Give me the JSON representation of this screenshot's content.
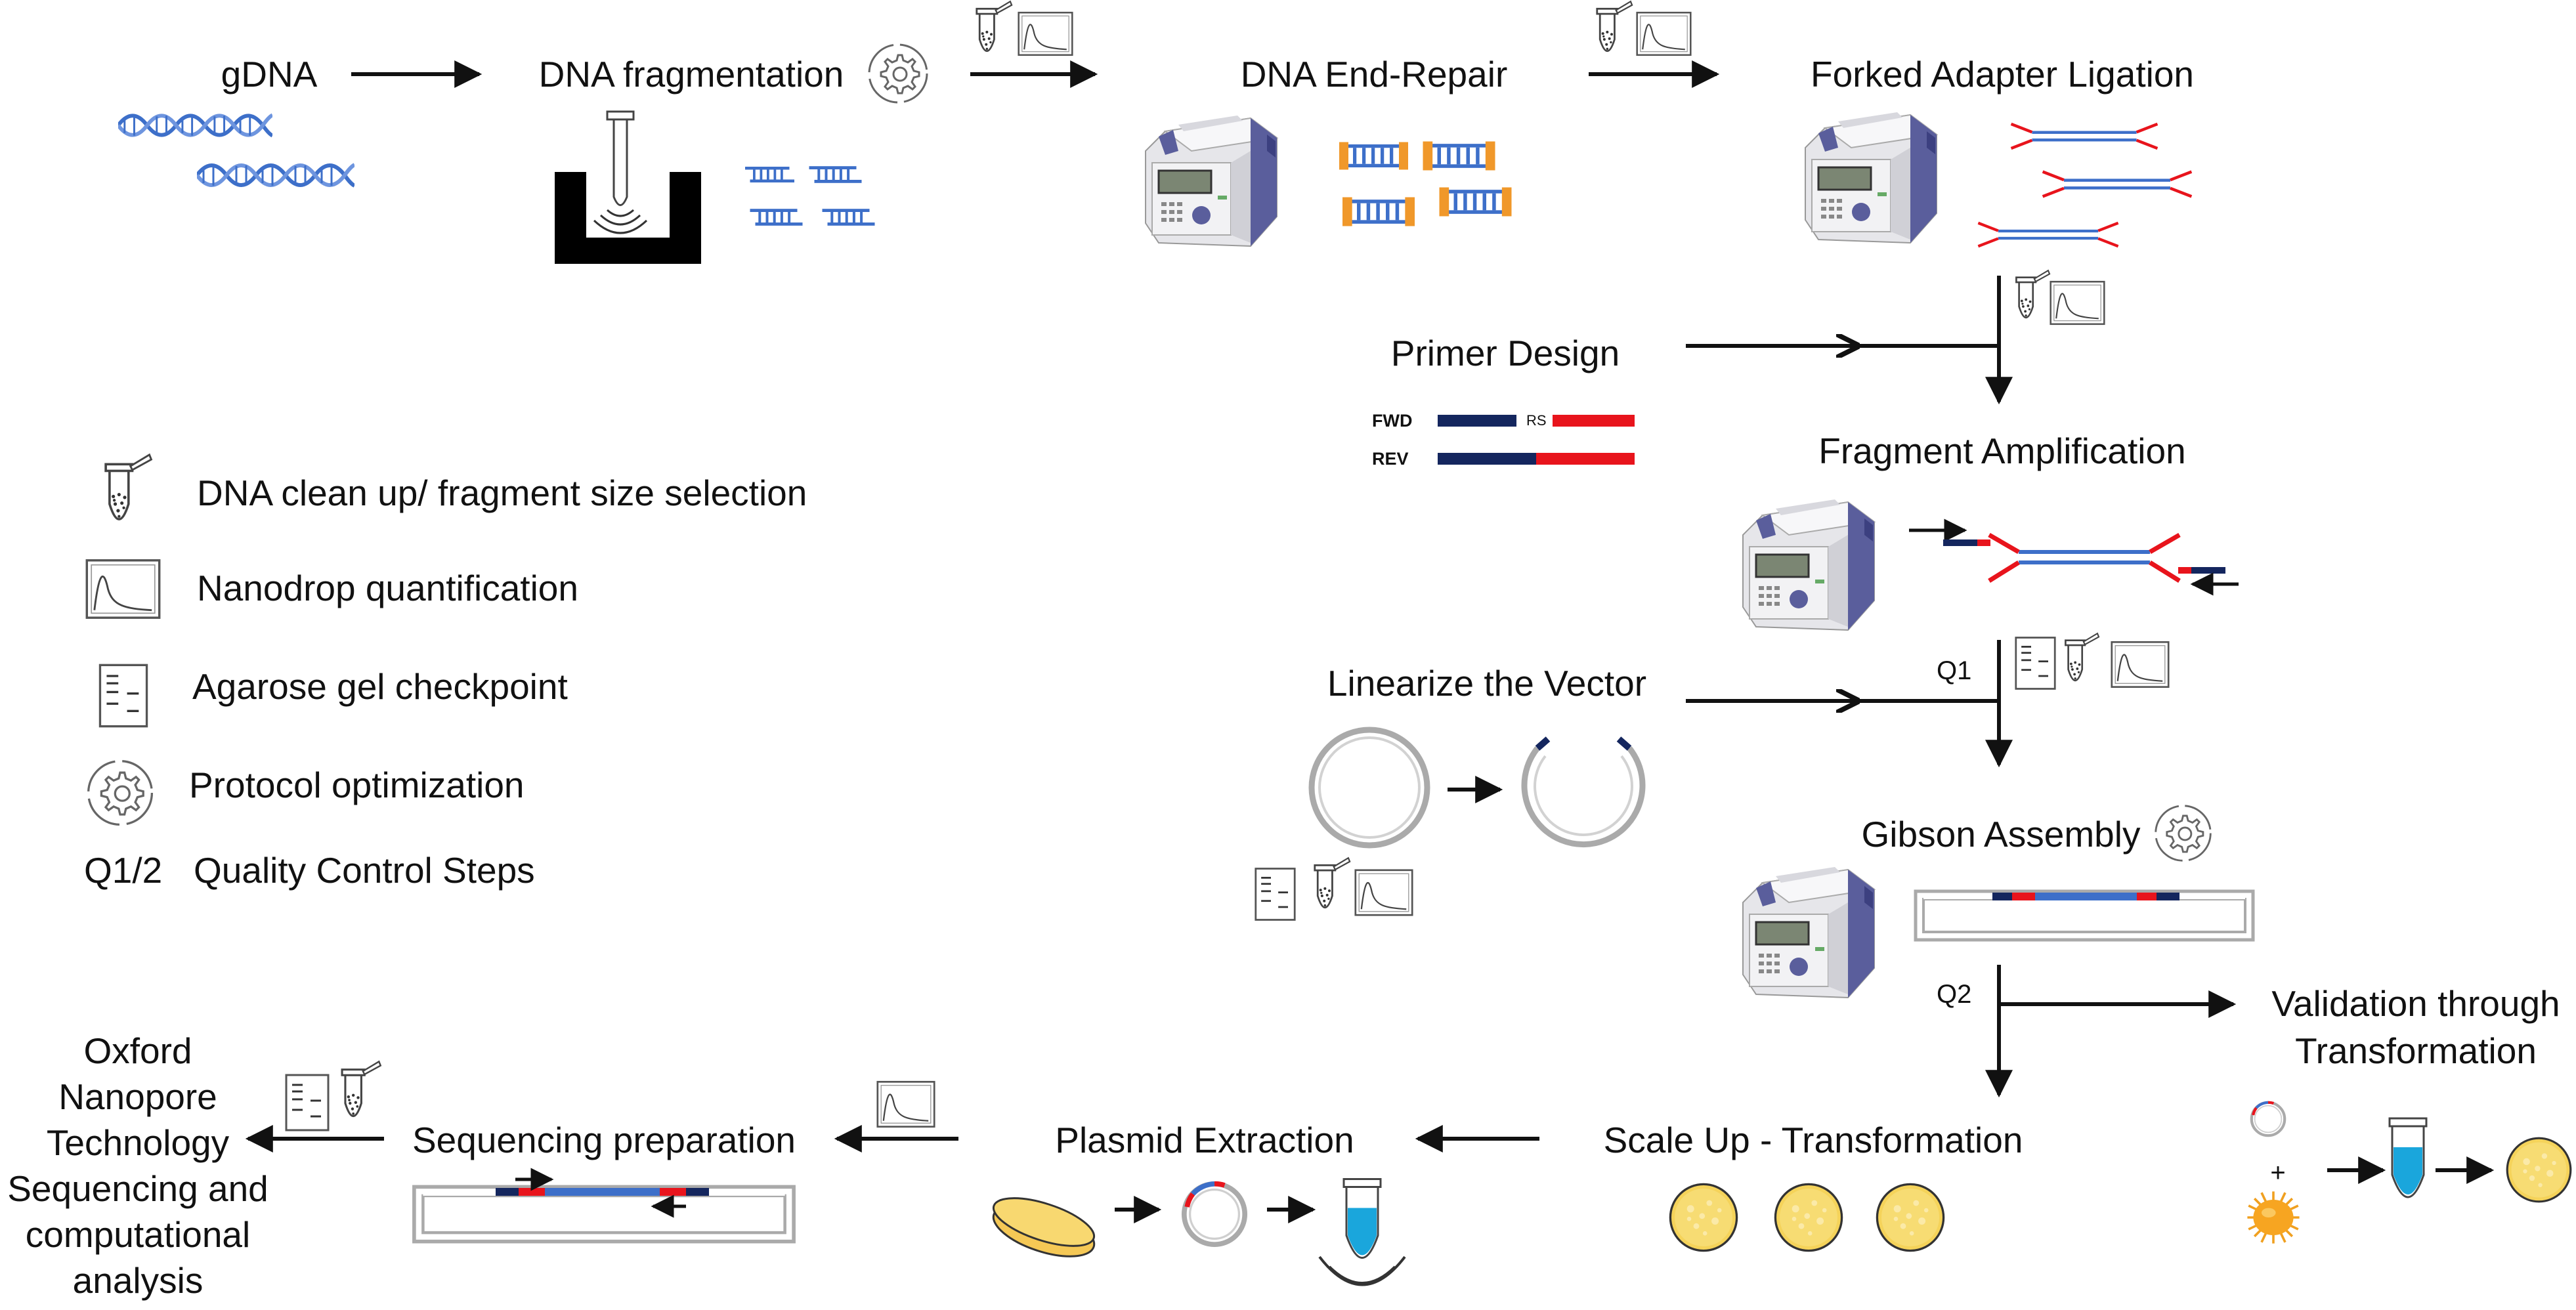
{
  "steps": {
    "gdna": "gDNA",
    "fragmentation": "DNA fragmentation",
    "end_repair": "DNA End-Repair",
    "adapter_ligation": "Forked Adapter Ligation",
    "primer_design": "Primer Design",
    "fragment_amplification": "Fragment Amplification",
    "linearize_vector": "Linearize the Vector",
    "gibson_assembly": "Gibson Assembly",
    "validation_line1": "Validation through",
    "validation_line2": "Transformation",
    "scale_up": "Scale Up - Transformation",
    "plasmid_extraction": "Plasmid Extraction",
    "sequencing_preparation": "Sequencing preparation",
    "ont_lines": [
      "Oxford",
      "Nanopore",
      "Technology",
      "Sequencing and",
      "computational",
      "analysis"
    ]
  },
  "primer": {
    "fwd": "FWD",
    "rev": "REV",
    "rs": "RS"
  },
  "qc": {
    "q1": "Q1",
    "q2": "Q2"
  },
  "legend": {
    "cleanup": "DNA clean up/ fragment size selection",
    "nanodrop": "Nanodrop quantification",
    "gel": "Agarose gel checkpoint",
    "optimization": "Protocol optimization",
    "qc_key": "Q1/2",
    "qc_text": "Quality Control Steps"
  },
  "colors": {
    "dna_blue": "#3d6fc9",
    "navy": "#14265e",
    "red": "#e8141c",
    "orange": "#f0982a",
    "culture_cyan": "#1aa6dc",
    "plate_yellow": "#f5d35a"
  },
  "icons": [
    "dna-helix-icon",
    "sonicator-icon",
    "thermocycler-icon",
    "tube-icon",
    "nanodrop-icon",
    "gel-icon",
    "gear-icon",
    "plasmid-icon",
    "petri-dish-icon",
    "bacteria-icon",
    "arrow-icon"
  ]
}
